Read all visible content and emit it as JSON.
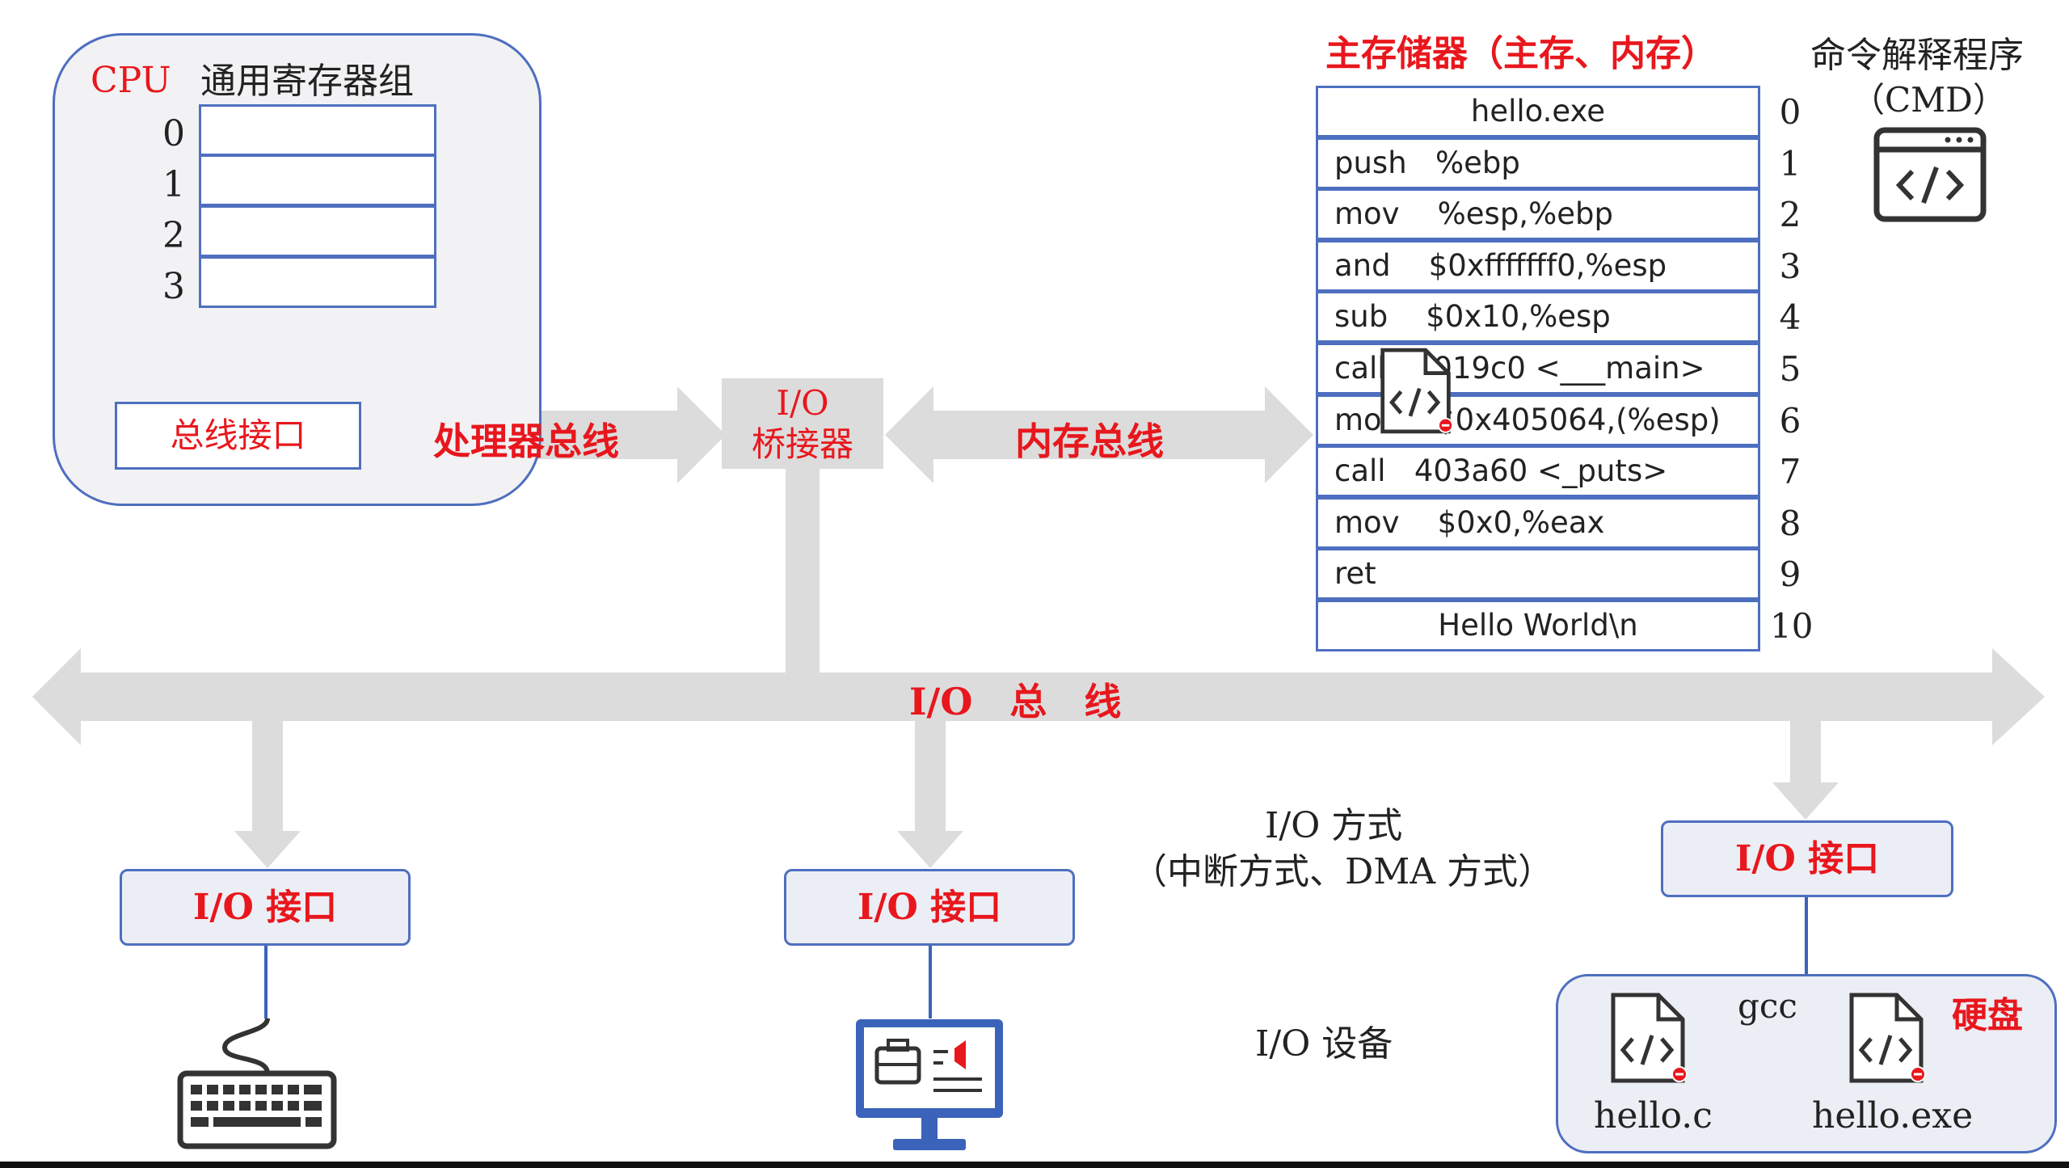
{
  "cpu": {
    "label": "CPU",
    "regs_title": "通用寄存器组",
    "reg_indices": [
      "0",
      "1",
      "2",
      "3"
    ],
    "bus_interface": "总线接口"
  },
  "bridge": {
    "line1": "I/O",
    "line2": "桥接器"
  },
  "buses": {
    "processor": "处理器总线",
    "memory": "内存总线",
    "io": "I/O　总　线"
  },
  "memory": {
    "title": "主存储器（主存、内存）",
    "rows": [
      {
        "idx": "0",
        "text": "hello.exe"
      },
      {
        "idx": "1",
        "text": "push   %ebp"
      },
      {
        "idx": "2",
        "text": "mov    %esp,%ebp"
      },
      {
        "idx": "3",
        "text": "and    $0xfffffff0,%esp"
      },
      {
        "idx": "4",
        "text": "sub    $0x10,%esp"
      },
      {
        "idx": "5",
        "text": "call   4019c0 <___main>"
      },
      {
        "idx": "6",
        "text": "movl   $0x405064,(%esp)"
      },
      {
        "idx": "7",
        "text": "call   403a60 <_puts>"
      },
      {
        "idx": "8",
        "text": "mov    $0x0,%eax"
      },
      {
        "idx": "9",
        "text": "ret"
      },
      {
        "idx": "10",
        "text": "Hello World\\n"
      }
    ]
  },
  "cmd": {
    "line1": "命令解释程序",
    "line2": "（CMD）"
  },
  "io_interfaces": [
    "I/O 接口",
    "I/O 接口",
    "I/O 接口"
  ],
  "io_method": {
    "line1": "I/O 方式",
    "line2": "（中断方式、DMA 方式）"
  },
  "io_devices": "I/O 设备",
  "disk": {
    "label": "硬盘",
    "src_file": "hello.c",
    "dst_file": "hello.exe",
    "tool": "gcc"
  },
  "colors": {
    "accent_red": "#e8171d",
    "border_blue": "#4e6fbf",
    "bus_gray": "#dcdcdc",
    "line_blue": "#3b63b9"
  }
}
